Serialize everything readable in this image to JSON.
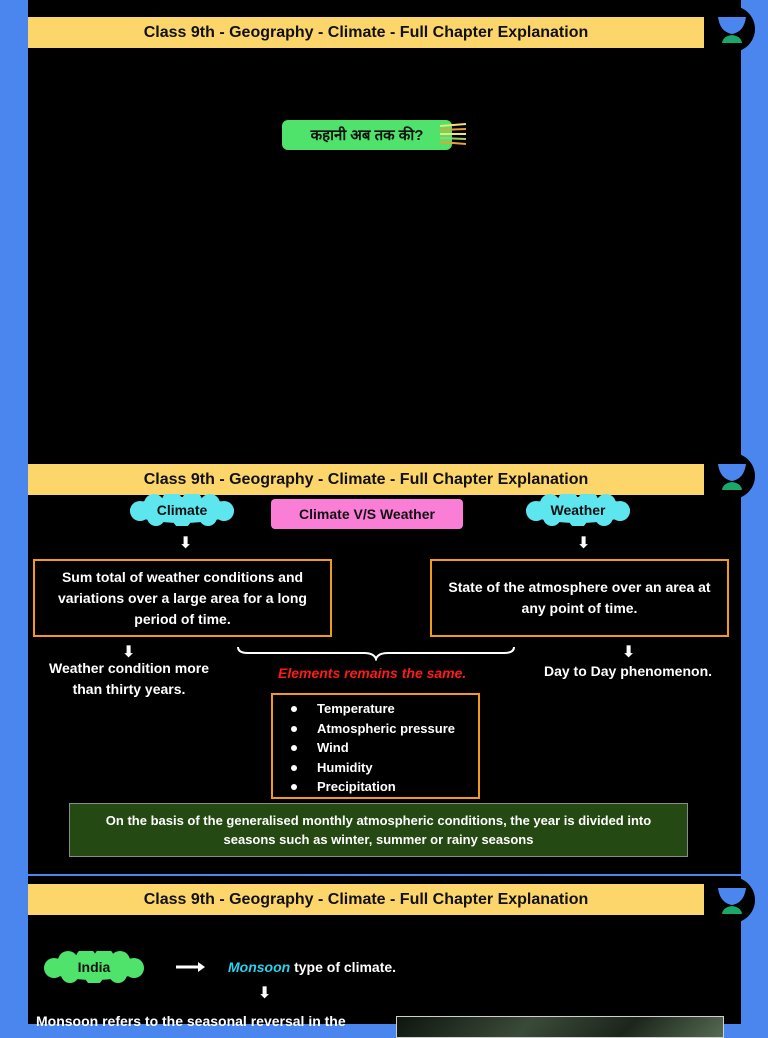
{
  "header": {
    "title": "Class 9th - Geography - Climate - Full Chapter Explanation"
  },
  "slide1": {
    "badge": "कहानी अब तक की?"
  },
  "slide2": {
    "climate_cloud": "Climate",
    "weather_cloud": "Weather",
    "vs_label": "Climate V/S Weather",
    "climate_def": "Sum total of weather conditions and variations over a large area for a long period  of time.",
    "weather_def": "State of the atmosphere over an area at any  point of time.",
    "climate_note": "Weather condition more than thirty years.",
    "weather_note": "Day to Day phenomenon.",
    "elements_heading": "Elements remains the same.",
    "elements": [
      "Temperature",
      "Atmospheric pressure",
      "Wind",
      "Humidity",
      "Precipitation"
    ],
    "seasons_note": "On the basis of the generalised monthly atmospheric conditions, the year is divided into seasons such as winter, summer or rainy seasons"
  },
  "slide3": {
    "india_cloud": "India",
    "monsoon_word": "Monsoon",
    "monsoon_rest": " type of climate.",
    "monsoon_def": "Monsoon refers to the seasonal reversal in the"
  },
  "colors": {
    "background": "#4a86ee",
    "title_bar": "#fcd56b",
    "accent_orange": "#f29b1a",
    "cloud": "#5ee6ee",
    "pink": "#fb7ed6",
    "green_badge": "#4fe36b",
    "red_text": "#ff1a1a",
    "monsoon_text": "#27d3f0",
    "logo_green": "#1aa86a"
  },
  "icons": {
    "logo": "logo-icon",
    "arrow_down": "down-arrow-icon",
    "arrow_right": "right-arrow-icon",
    "brush": "brush-icon"
  }
}
